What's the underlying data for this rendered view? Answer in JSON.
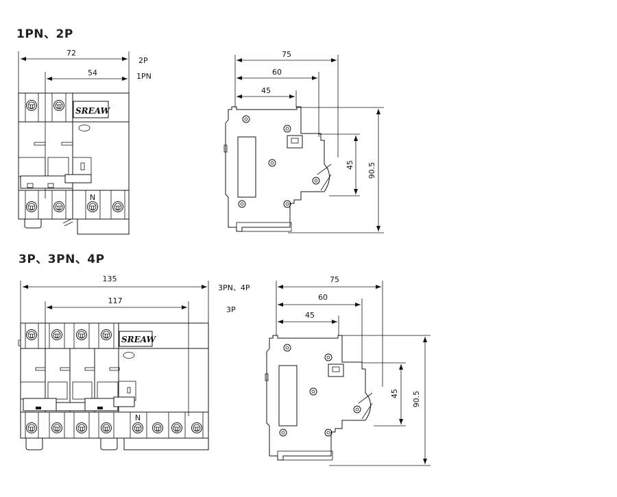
{
  "sections": [
    {
      "title": "1PN、2P",
      "dims": {
        "overall": "72",
        "inner": "54",
        "overall_label": "2P",
        "inner_label": "1PN"
      },
      "side_dims": {
        "depth_a": "75",
        "depth_b": "60",
        "depth_c": "45",
        "height": "90.5",
        "height_b": "45"
      },
      "logo": "SREAW",
      "neutral": "N"
    },
    {
      "title": "3P、3PN、4P",
      "dims": {
        "overall": "135",
        "inner": "117",
        "overall_label": "3PN、4P",
        "inner_label": "3P"
      },
      "side_dims": {
        "depth_a": "75",
        "depth_b": "60",
        "depth_c": "45",
        "height": "90.5",
        "height_b": "45"
      },
      "logo": "SREAW",
      "neutral": "N"
    }
  ]
}
